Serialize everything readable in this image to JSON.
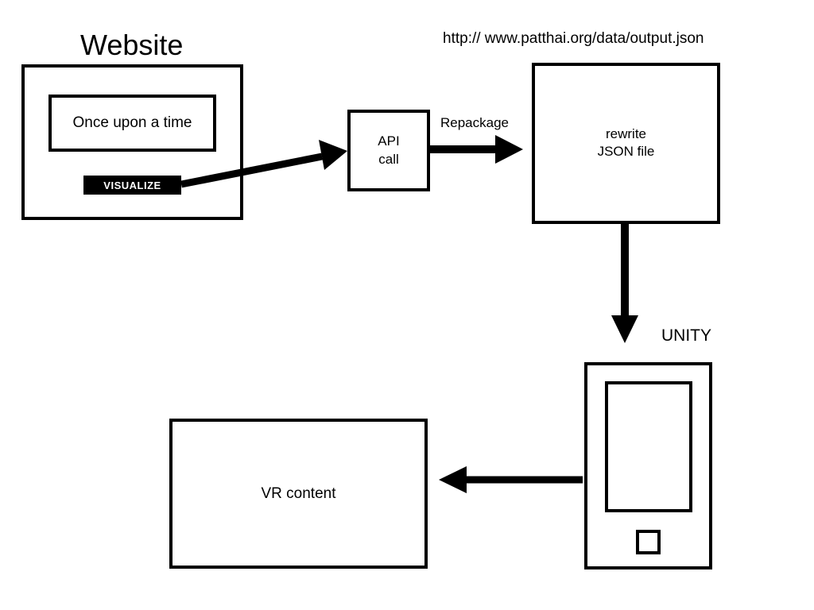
{
  "website": {
    "title": "Website",
    "input_text": "Once upon a time",
    "button_label": "VISUALIZE"
  },
  "api": {
    "line1": "API",
    "line2": "call"
  },
  "repackage_label": "Repackage",
  "json_file": {
    "url": "http:// www.patthai.org/data/output.json",
    "line1": "rewrite",
    "line2": "JSON file"
  },
  "unity": {
    "label": "UNITY"
  },
  "vr": {
    "label": "VR content"
  }
}
